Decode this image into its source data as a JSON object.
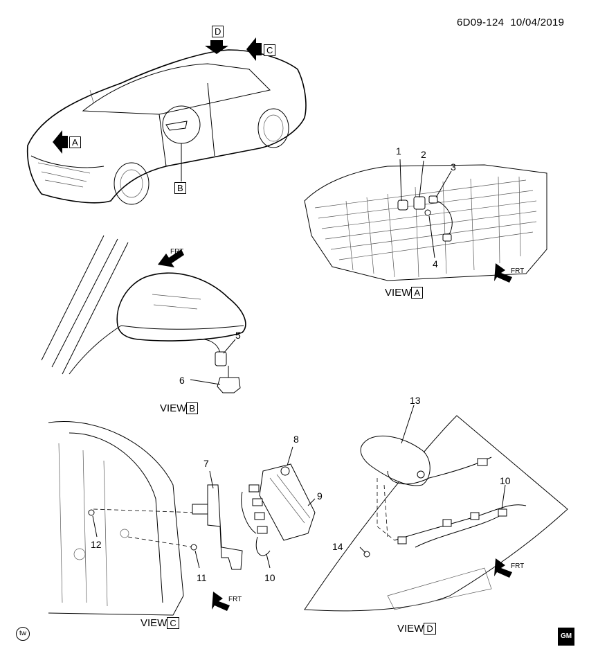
{
  "header": {
    "code": "6D09-124",
    "date": "10/04/2019"
  },
  "callouts": {
    "a": "A",
    "b": "B",
    "c": "C",
    "d": "D"
  },
  "views": {
    "a": {
      "prefix": "VIEW",
      "letter": "A"
    },
    "b": {
      "prefix": "VIEW",
      "letter": "B"
    },
    "c": {
      "prefix": "VIEW",
      "letter": "C"
    },
    "d": {
      "prefix": "VIEW",
      "letter": "D"
    }
  },
  "part_numbers": [
    "1",
    "2",
    "3",
    "4",
    "5",
    "6",
    "7",
    "8",
    "9",
    "10",
    "11",
    "12",
    "13",
    "14",
    "10"
  ],
  "frt_label": "FRT",
  "footer": {
    "left_logo": "tw",
    "right_logo": "GM"
  }
}
